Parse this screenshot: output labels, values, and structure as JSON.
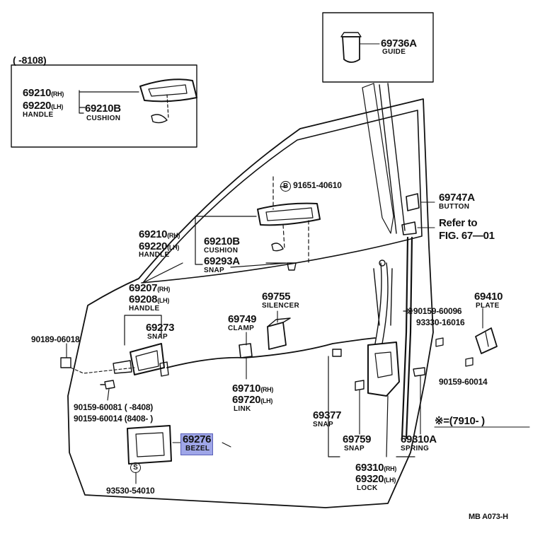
{
  "inset_top_left": {
    "range": "(      -8108)",
    "handle_rh": "69210",
    "handle_lh": "69220",
    "rh": "(RH)",
    "lh": "(LH)",
    "handle_name": "HANDLE",
    "cushion": "69210B",
    "cushion_name": "CUSHION"
  },
  "inset_guide": {
    "part": "69736A",
    "name": "GUIDE"
  },
  "labels": {
    "bolt_ref": "91651-40610",
    "bolt_mark": "B",
    "button": "69747A",
    "button_name": "BUTTON",
    "refer_1": "Refer to",
    "refer_2": "FIG. 67—01",
    "handle_rh": "69210",
    "handle_lh": "69220",
    "rh": "(RH)",
    "lh": "(LH)",
    "handle_name": "HANDLE",
    "cushion": "69210B",
    "cushion_name": "CUSHION",
    "snap1": "69293A",
    "snap1_name": "SNAP",
    "inner_handle_rh": "69207",
    "inner_handle_lh": "69208",
    "inner_handle_name": "HANDLE",
    "silencer": "69755",
    "silencer_name": "SILENCER",
    "clamp": "69749",
    "clamp_name": "CLAMP",
    "snap2": "69273",
    "snap2_name": "SNAP",
    "screw1": "90189-06018",
    "star_screw": "※90159-60096",
    "screw2": "93330-16016",
    "plate": "69410",
    "plate_name": "PLATE",
    "screw3": "90159-60014",
    "link_rh": "69710",
    "link_lh": "69720",
    "link_name": "LINK",
    "screw4": "90159-60081",
    "screw4_range": "(      -8408)",
    "screw5": "90159-60014",
    "screw5_range": "(8408-      )",
    "snap3": "69377",
    "snap3_name": "SNAP",
    "snap4": "69759",
    "snap4_name": "SNAP",
    "spring": "69310A",
    "spring_name": "SPRING",
    "star_note": "※=(7910-      )",
    "bezel": "69276",
    "bezel_name": "BEZEL",
    "lock_rh": "69310",
    "lock_lh": "69320",
    "lock_name": "LOCK",
    "s_mark": "S",
    "screw6": "93530-54010",
    "fig_code": "MB A073-H"
  },
  "colors": {
    "ink": "#111111",
    "highlight": "#9fa6e8"
  }
}
